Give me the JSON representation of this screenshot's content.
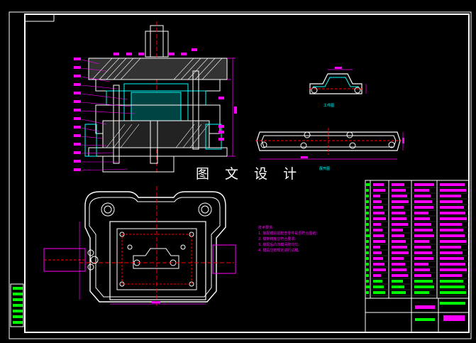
{
  "watermark": "图 文 设 计",
  "views": {
    "part_top_label": "工件图",
    "part_front_label": "展开图"
  },
  "notes": {
    "title": "技术要求:",
    "lines": [
      "1. 装配模具前检查零件是否符合图纸;",
      "2. 模架精度应符合要求;",
      "3. 装配后凸凹模间隙均匀;",
      "4. 模具应按规定进行试模。"
    ]
  },
  "colors": {
    "background": "#000000",
    "frame": "#ffffff",
    "outline": "#ffffff",
    "section": "#00ffff",
    "dimension": "#ff00ff",
    "centerline": "#ff0000",
    "table_fill": "#00ff00",
    "table_text": "#ff00ff",
    "hatch": "#ffffff"
  }
}
